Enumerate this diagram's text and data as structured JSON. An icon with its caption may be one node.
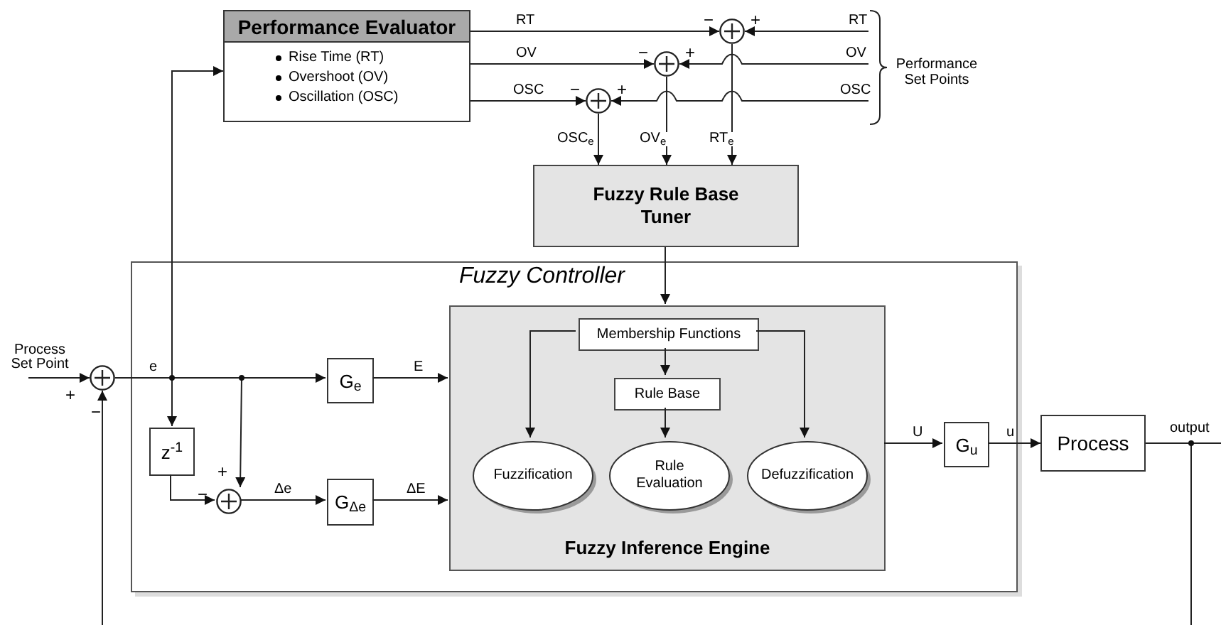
{
  "diagram": {
    "nodes": [
      {
        "text": [
          "Performance Evaluator",
          "Rise Time (RT)",
          "Overshoot (OV)",
          "Oscillation (OSC)"
        ]
      },
      {
        "text": [],
        "shape": "circle",
        "beside": [
          "−",
          "+"
        ]
      },
      {
        "text": [],
        "shape": "circle",
        "beside": [
          "−",
          "+"
        ]
      },
      {
        "text": [],
        "shape": "circle",
        "beside": [
          "−",
          "+"
        ]
      },
      {
        "text": [
          "Fuzzy Rule Base Tuner"
        ]
      },
      {
        "text": [
          "Fuzzy Controller"
        ]
      },
      {
        "text": [
          "Fuzzy Inference Engine"
        ],
        "in": 5
      },
      {
        "text": [
          "Membership Functions"
        ],
        "in": 6
      },
      {
        "text": [
          "Rule Base"
        ],
        "in": 6
      },
      {
        "text": [
          "Fuzzification"
        ],
        "in": 6
      },
      {
        "text": [
          "Rule Evaluation"
        ],
        "in": 6
      },
      {
        "text": [
          "Defuzzification"
        ],
        "in": 6
      },
      {
        "text": [],
        "shape": "circle",
        "beside": [
          "+",
          "−"
        ]
      },
      {
        "text": [
          "G$_{e}$"
        ],
        "in": 5
      },
      {
        "text": [
          "z$^{-1}$"
        ],
        "in": 5
      },
      {
        "text": [],
        "shape": "circle",
        "in": 5,
        "beside": [
          "+",
          "−"
        ]
      },
      {
        "text": [
          "G$_{Δe}$"
        ],
        "in": 5
      },
      {
        "text": [
          "G$_{u}$"
        ],
        "in": 5
      },
      {
        "text": [
          "Process"
        ]
      },
      {
        "text": [
          "Performance Set Points"
        ]
      }
    ],
    "edges": [
      {
        "from": 0,
        "to": 1,
        "arrow": "to",
        "label": "RT"
      },
      {
        "from": 0,
        "to": 2,
        "arrow": "to",
        "label": "OV"
      },
      {
        "from": 0,
        "to": 3,
        "arrow": "to",
        "label": "OSC"
      },
      {
        "from": 19,
        "to": 1,
        "arrow": "to",
        "label": "RT"
      },
      {
        "from": 19,
        "to": 2,
        "arrow": "to",
        "label": "OV"
      },
      {
        "from": 19,
        "to": 3,
        "arrow": "to",
        "label": "OSC"
      },
      {
        "from": 3,
        "to": 4,
        "arrow": "to",
        "label": "OSC$_{e}$"
      },
      {
        "from": 2,
        "to": 4,
        "arrow": "to",
        "label": "OV$_{e}$"
      },
      {
        "from": 1,
        "to": 4,
        "arrow": "to",
        "label": "RT$_{e}$"
      },
      {
        "from": 4,
        "to": 6,
        "arrow": "to"
      },
      {
        "from": 7,
        "to": 9,
        "arrow": "to"
      },
      {
        "from": 7,
        "to": 8,
        "arrow": "to"
      },
      {
        "from": 8,
        "to": 10,
        "arrow": "to"
      },
      {
        "from": 7,
        "to": 11,
        "arrow": "to"
      },
      {
        "from": null,
        "to": 12,
        "arrow": "to",
        "label": "Process Set Point"
      },
      {
        "from": 12,
        "to": 13,
        "arrow": "to",
        "label": "e"
      },
      {
        "from": 12,
        "to": 0,
        "arrow": "to"
      },
      {
        "from": 12,
        "to": 14,
        "arrow": "to"
      },
      {
        "from": 12,
        "to": 15,
        "arrow": "to"
      },
      {
        "from": 14,
        "to": 15,
        "arrow": "to"
      },
      {
        "from": 13,
        "to": 6,
        "arrow": "to",
        "label": "E"
      },
      {
        "from": 15,
        "to": 16,
        "arrow": "to",
        "label": "Δe"
      },
      {
        "from": 16,
        "to": 6,
        "arrow": "to",
        "label": "ΔE"
      },
      {
        "from": 6,
        "to": 17,
        "arrow": "to",
        "label": "U"
      },
      {
        "from": 17,
        "to": 18,
        "arrow": "to",
        "label": "u"
      },
      {
        "from": 18,
        "to": null,
        "arrow": "none",
        "label": "output"
      },
      {
        "from": 18,
        "to": 12,
        "arrow": "to"
      }
    ]
  }
}
